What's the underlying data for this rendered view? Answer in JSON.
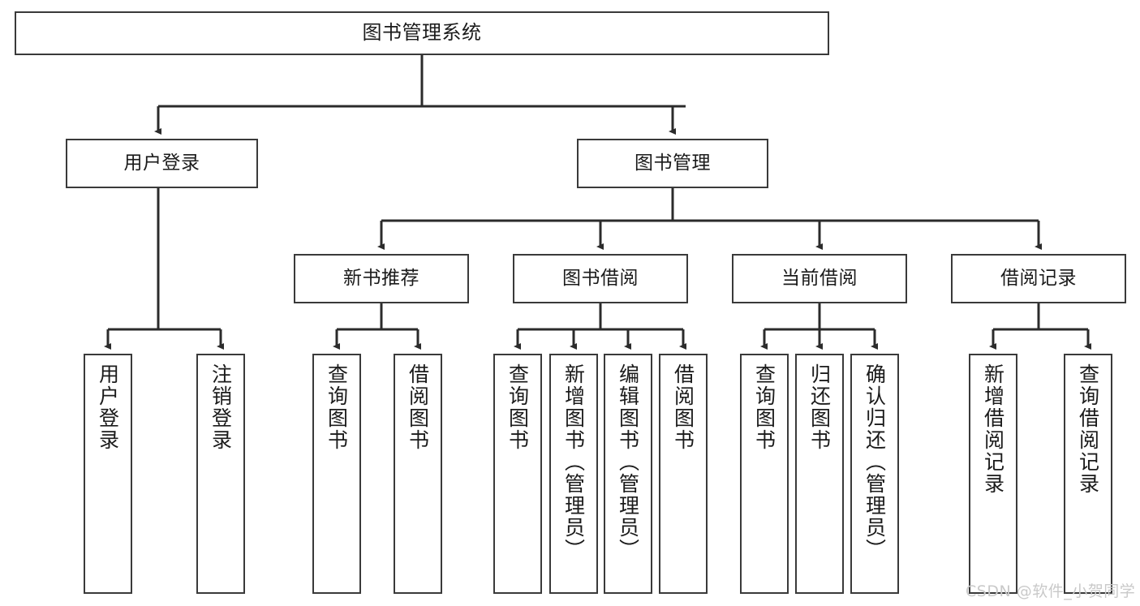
{
  "diagram": {
    "title": "图书管理系统",
    "type": "tree-hierarchy-chart",
    "watermark": "CSDN @软件_小贺同学",
    "root": {
      "id": "root",
      "label": "图书管理系统"
    },
    "level2": [
      {
        "id": "user-login",
        "label": "用户登录"
      },
      {
        "id": "book-manage",
        "label": "图书管理"
      }
    ],
    "level3": [
      {
        "id": "new-book-rec",
        "label": "新书推荐"
      },
      {
        "id": "book-borrow",
        "label": "图书借阅"
      },
      {
        "id": "current-borrow",
        "label": "当前借阅"
      },
      {
        "id": "borrow-record",
        "label": "借阅记录"
      }
    ],
    "leaves": {
      "user_login": [
        {
          "id": "leaf-user-login",
          "label": "用户登录"
        },
        {
          "id": "leaf-logout-login",
          "label": "注销登录"
        }
      ],
      "new_book_rec": [
        {
          "id": "leaf-query-book-1",
          "label": "查询图书"
        },
        {
          "id": "leaf-borrow-book-1",
          "label": "借阅图书"
        }
      ],
      "book_borrow": [
        {
          "id": "leaf-query-book-2",
          "label": "查询图书"
        },
        {
          "id": "leaf-add-book",
          "label": "新增图书（管理员）"
        },
        {
          "id": "leaf-edit-book",
          "label": "编辑图书（管理员）"
        },
        {
          "id": "leaf-borrow-book-2",
          "label": "借阅图书"
        }
      ],
      "current_borrow": [
        {
          "id": "leaf-query-book-3",
          "label": "查询图书"
        },
        {
          "id": "leaf-return-book",
          "label": "归还图书"
        },
        {
          "id": "leaf-confirm-return",
          "label": "确认归还（管理员）"
        }
      ],
      "borrow_record": [
        {
          "id": "leaf-add-record",
          "label": "新增借阅记录"
        },
        {
          "id": "leaf-query-record",
          "label": "查询借阅记录"
        }
      ]
    },
    "colors": {
      "node_border": "#3a3a3a",
      "node_fill": "#ffffff",
      "edge": "#2b2b2b",
      "text": "#1b1b1b",
      "watermark": "#c9c9c9",
      "background": "#ffffff"
    }
  },
  "chart_data": {
    "type": "tree",
    "title": "图书管理系统",
    "nodes": [
      {
        "id": "root",
        "label": "图书管理系统",
        "level": 0,
        "parent": null
      },
      {
        "id": "user-login",
        "label": "用户登录",
        "level": 1,
        "parent": "root"
      },
      {
        "id": "book-manage",
        "label": "图书管理",
        "level": 1,
        "parent": "root"
      },
      {
        "id": "leaf-user-login",
        "label": "用户登录",
        "level": 2,
        "parent": "user-login"
      },
      {
        "id": "leaf-logout-login",
        "label": "注销登录",
        "level": 2,
        "parent": "user-login"
      },
      {
        "id": "new-book-rec",
        "label": "新书推荐",
        "level": 2,
        "parent": "book-manage"
      },
      {
        "id": "book-borrow",
        "label": "图书借阅",
        "level": 2,
        "parent": "book-manage"
      },
      {
        "id": "current-borrow",
        "label": "当前借阅",
        "level": 2,
        "parent": "book-manage"
      },
      {
        "id": "borrow-record",
        "label": "借阅记录",
        "level": 2,
        "parent": "book-manage"
      },
      {
        "id": "leaf-query-book-1",
        "label": "查询图书",
        "level": 3,
        "parent": "new-book-rec"
      },
      {
        "id": "leaf-borrow-book-1",
        "label": "借阅图书",
        "level": 3,
        "parent": "new-book-rec"
      },
      {
        "id": "leaf-query-book-2",
        "label": "查询图书",
        "level": 3,
        "parent": "book-borrow"
      },
      {
        "id": "leaf-add-book",
        "label": "新增图书（管理员）",
        "level": 3,
        "parent": "book-borrow"
      },
      {
        "id": "leaf-edit-book",
        "label": "编辑图书（管理员）",
        "level": 3,
        "parent": "book-borrow"
      },
      {
        "id": "leaf-borrow-book-2",
        "label": "借阅图书",
        "level": 3,
        "parent": "book-borrow"
      },
      {
        "id": "leaf-query-book-3",
        "label": "查询图书",
        "level": 3,
        "parent": "current-borrow"
      },
      {
        "id": "leaf-return-book",
        "label": "归还图书",
        "level": 3,
        "parent": "current-borrow"
      },
      {
        "id": "leaf-confirm-return",
        "label": "确认归还（管理员）",
        "level": 3,
        "parent": "current-borrow"
      },
      {
        "id": "leaf-add-record",
        "label": "新增借阅记录",
        "level": 3,
        "parent": "borrow-record"
      },
      {
        "id": "leaf-query-record",
        "label": "查询借阅记录",
        "level": 3,
        "parent": "borrow-record"
      }
    ]
  }
}
